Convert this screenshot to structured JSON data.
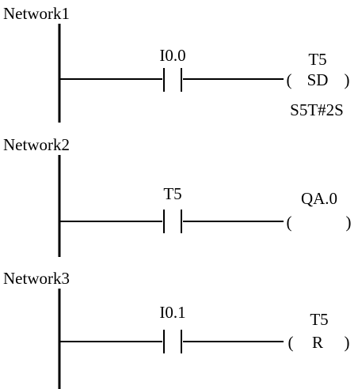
{
  "networks": [
    {
      "title": "Network1",
      "contact": "I0.0",
      "coil_operand": "T5",
      "coil_open": "(",
      "coil_text": "SD",
      "coil_close": ")",
      "coil_param": "S5T#2S"
    },
    {
      "title": "Network2",
      "contact": "T5",
      "coil_operand": "QA.0",
      "coil_open": "(",
      "coil_text": "",
      "coil_close": ")",
      "coil_param": ""
    },
    {
      "title": "Network3",
      "contact": "I0.1",
      "coil_operand": "T5",
      "coil_open": "(",
      "coil_text": "R",
      "coil_close": ")",
      "coil_param": ""
    }
  ]
}
